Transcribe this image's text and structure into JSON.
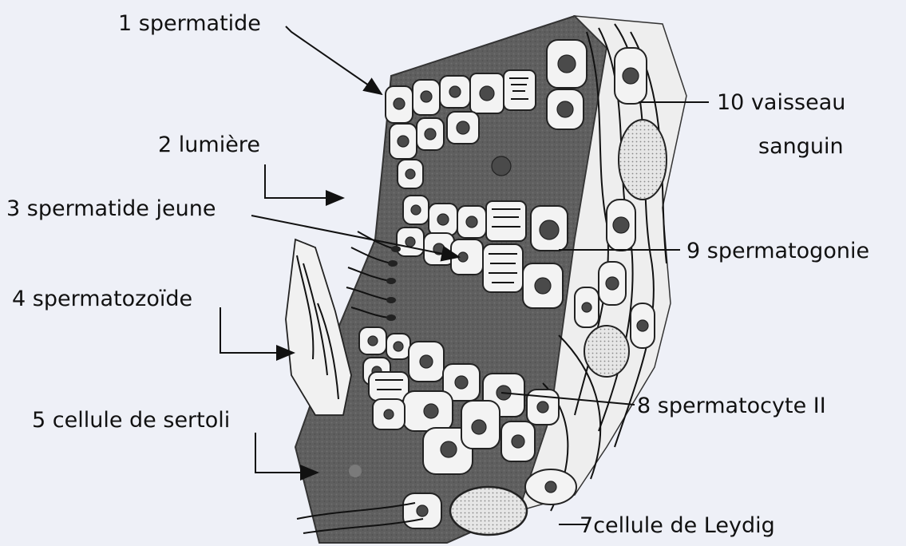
{
  "title": "",
  "background_color": "#eef0f7",
  "tissue_color": "#5d5d5d",
  "labels": [
    {
      "num": "1",
      "text": "spermatide"
    },
    {
      "num": "2",
      "text": "lumière"
    },
    {
      "num": "3",
      "text": "spermatide jeune"
    },
    {
      "num": "4",
      "text": "spermatozoïde"
    },
    {
      "num": "5",
      "text": "cellule de sertoli"
    },
    {
      "num": "7",
      "text": "cellule de Leydig"
    },
    {
      "num": "8",
      "text": "spermatocyte II"
    },
    {
      "num": "9",
      "text": "spermatogonie"
    },
    {
      "num": "10",
      "text": "vaisseau"
    },
    {
      "num": "",
      "text": "sanguin"
    }
  ]
}
